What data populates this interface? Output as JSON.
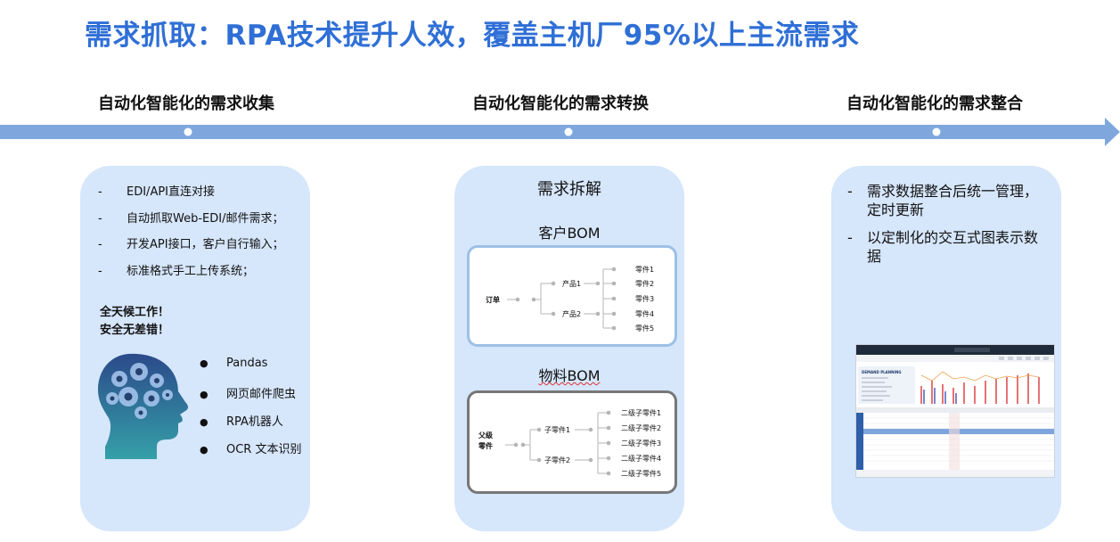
{
  "title": "需求抓取：RPA技术提升人效，覆盖主机厂95%以上主流需求",
  "stages": [
    "自动化智能化的需求收集",
    "自动化智能化的需求转换",
    "自动化智能化的需求整合"
  ],
  "colors": {
    "title": "#2f6fd6",
    "arrow": "#7fa7de",
    "panel": "#d6e6fb"
  },
  "panel1": {
    "items": [
      "EDI/API直连对接",
      "自动抓取Web-EDI/邮件需求；",
      "开发API接口，客户自行输入；",
      "标准格式手工上传系统；"
    ],
    "slogan_line1": "全天候工作！",
    "slogan_line2": "安全无差错！",
    "tools": [
      "Pandas",
      "网页邮件爬虫",
      "RPA机器人",
      "OCR 文本识别"
    ],
    "icon": "brain-gears-head-icon"
  },
  "panel2": {
    "heading": "需求拆解",
    "bom1_title": "客户BOM",
    "bom1": {
      "root": "订单",
      "products": [
        "产品1",
        "产品2"
      ],
      "parts": [
        "零件1",
        "零件2",
        "零件3",
        "零件4",
        "零件5"
      ]
    },
    "bom2_title": "物料BOM",
    "bom2": {
      "root": "父级零件",
      "subs": [
        "子零件1",
        "子零件2"
      ],
      "parts": [
        "二级子零件1",
        "二级子零件2",
        "二级子零件3",
        "二级子零件4",
        "二级子零件5"
      ]
    }
  },
  "panel3": {
    "items": [
      "需求数据整合后统一管理，定时更新",
      "以定制化的交互式图表示数据"
    ],
    "dashboard_label": "DEMAND PLANNING"
  }
}
